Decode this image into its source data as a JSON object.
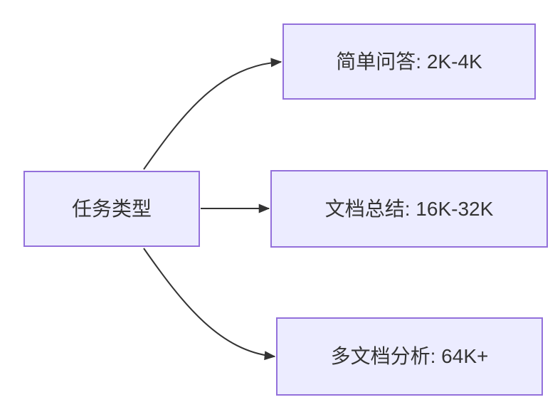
{
  "diagram": {
    "type": "flowchart",
    "direction": "left-to-right",
    "nodes": [
      {
        "id": "source",
        "label": "任务类型"
      },
      {
        "id": "simple-qa",
        "label": "简单问答: 2K-4K"
      },
      {
        "id": "doc-summary",
        "label": "文档总结: 16K-32K"
      },
      {
        "id": "multi-doc",
        "label": "多文档分析: 64K+"
      }
    ],
    "edges": [
      {
        "from": "source",
        "to": "simple-qa",
        "style": "curved-up",
        "arrowhead": "filled-triangle"
      },
      {
        "from": "source",
        "to": "doc-summary",
        "style": "straight",
        "arrowhead": "filled-triangle"
      },
      {
        "from": "source",
        "to": "multi-doc",
        "style": "curved-down",
        "arrowhead": "filled-triangle"
      }
    ],
    "colors": {
      "node_fill": "#ECECFF",
      "node_border": "#9370DB",
      "edge_stroke": "#333333",
      "text": "#333333",
      "background": "#FFFFFF"
    }
  }
}
